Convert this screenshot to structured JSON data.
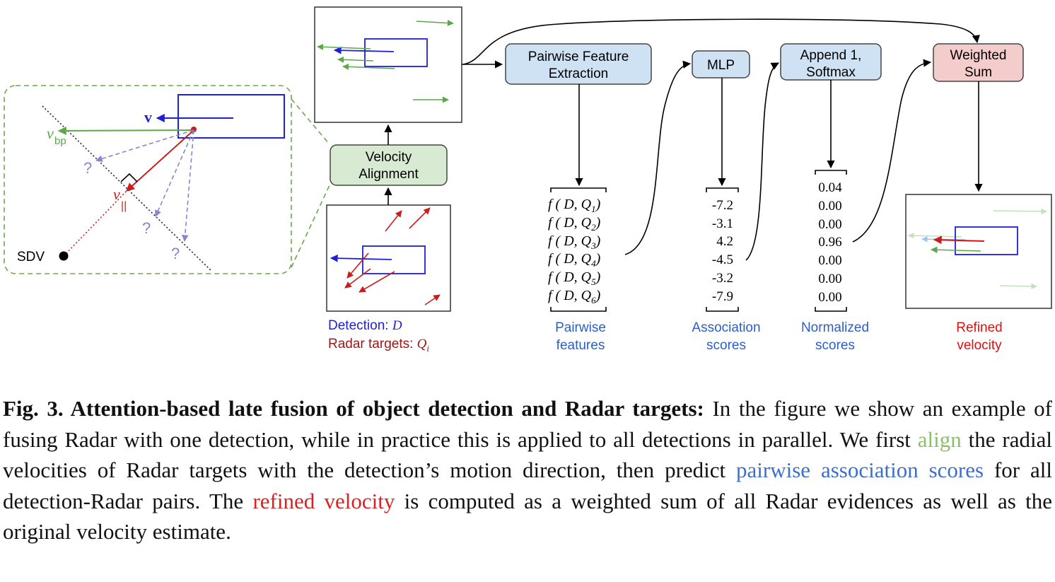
{
  "colors": {
    "detection_blue": "#1f1fd6",
    "radar_red": "#c81e1e",
    "velocity_green": "#5aa84a",
    "guess_purple": "#8a84d0",
    "label_blue": "#2b5fc7",
    "box_blue_fill": "#cfe2f3",
    "box_green_fill": "#d9ead3",
    "box_red_fill": "#f4cccc",
    "zoom_dash_green": "#6aa84f"
  },
  "zoom": {
    "v_label": "v",
    "vbp_label": "v",
    "vbp_sub": "bp",
    "vpar_label": "v",
    "vpar_sub": "||",
    "question_mark": "?",
    "sdv_label": "SDV"
  },
  "boxes": {
    "velocity_alignment": [
      "Velocity",
      "Alignment"
    ],
    "pairwise_feature": [
      "Pairwise Feature",
      "Extraction"
    ],
    "mlp": "MLP",
    "append": [
      "Append 1,",
      "Softmax"
    ],
    "weighted_sum": [
      "Weighted",
      "Sum"
    ]
  },
  "input_legend": {
    "detection_label": "Detection: ",
    "detection_symbol": "D",
    "radar_label": "Radar targets: ",
    "radar_symbol": "Q",
    "radar_sub": "i"
  },
  "pairwise_features": [
    {
      "text": "f ( D, Q",
      "sub": "1",
      "close": ")"
    },
    {
      "text": "f ( D, Q",
      "sub": "2",
      "close": ")"
    },
    {
      "text": "f ( D, Q",
      "sub": "3",
      "close": ")"
    },
    {
      "text": "f ( D, Q",
      "sub": "4",
      "close": ")"
    },
    {
      "text": "f ( D, Q",
      "sub": "5",
      "close": ")"
    },
    {
      "text": "f ( D, Q",
      "sub": "6",
      "close": ")"
    }
  ],
  "association_scores": [
    "-7.2",
    "-3.1",
    "4.2",
    "-4.5",
    "-3.2",
    "-7.9"
  ],
  "normalized_scores": [
    "0.04",
    "0.00",
    "0.00",
    "0.96",
    "0.00",
    "0.00",
    "0.00"
  ],
  "column_labels": {
    "pairwise": [
      "Pairwise",
      "features"
    ],
    "association": [
      "Association",
      "scores"
    ],
    "normalized": [
      "Normalized",
      "scores"
    ],
    "refined": [
      "Refined",
      "velocity"
    ]
  },
  "caption": {
    "lead": "Fig. 3. Attention-based late fusion of object detection and Radar targets:",
    "part1": " In the figure we show an example of fusing Radar with one detection, while in practice this is applied to all detections in parallel. We first ",
    "align": "align",
    "part2": " the radial velocities of Radar targets with the detection’s motion direction, then predict ",
    "pairwise": "pairwise association scores",
    "part3": " for all detection-Radar pairs. The ",
    "refined": "refined velocity",
    "part4": " is computed as a weighted sum of all Radar evidences as well as the original velocity estimate."
  }
}
